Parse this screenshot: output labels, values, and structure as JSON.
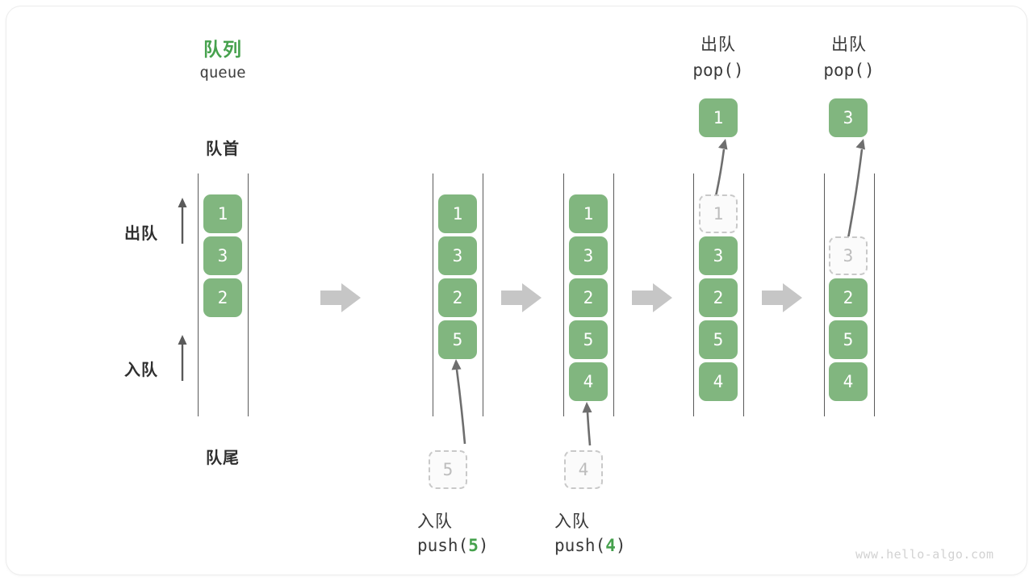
{
  "diagram": {
    "title_cn": "队列",
    "title_en": "queue",
    "front_label": "队首",
    "rear_label": "队尾",
    "dequeue_label": "出队",
    "enqueue_label": "入队",
    "watermark": "www.hello-algo.com",
    "accent_color": "#46a14d",
    "cell_color": "#81b67f",
    "ghost_color": "#c9c9c9",
    "arrow_color": "#c6c6c6"
  },
  "steps": [
    {
      "id": "initial",
      "caption_cn": "",
      "caption_code": "",
      "cells": [
        {
          "value": "1",
          "state": "filled"
        },
        {
          "value": "3",
          "state": "filled"
        },
        {
          "value": "2",
          "state": "filled"
        }
      ]
    },
    {
      "id": "push-5",
      "caption_cn": "入队",
      "caption_code_prefix": "push(",
      "caption_code_arg": "5",
      "caption_code_suffix": ")",
      "incoming_value": "5",
      "cells": [
        {
          "value": "1",
          "state": "filled"
        },
        {
          "value": "3",
          "state": "filled"
        },
        {
          "value": "2",
          "state": "filled"
        },
        {
          "value": "5",
          "state": "filled"
        }
      ]
    },
    {
      "id": "push-4",
      "caption_cn": "入队",
      "caption_code_prefix": "push(",
      "caption_code_arg": "4",
      "caption_code_suffix": ")",
      "incoming_value": "4",
      "cells": [
        {
          "value": "1",
          "state": "filled"
        },
        {
          "value": "3",
          "state": "filled"
        },
        {
          "value": "2",
          "state": "filled"
        },
        {
          "value": "5",
          "state": "filled"
        },
        {
          "value": "4",
          "state": "filled"
        }
      ]
    },
    {
      "id": "pop-1",
      "caption_cn": "出队",
      "caption_code": "pop()",
      "popped_value": "1",
      "cells": [
        {
          "value": "1",
          "state": "ghost"
        },
        {
          "value": "3",
          "state": "filled"
        },
        {
          "value": "2",
          "state": "filled"
        },
        {
          "value": "5",
          "state": "filled"
        },
        {
          "value": "4",
          "state": "filled"
        }
      ]
    },
    {
      "id": "pop-3",
      "caption_cn": "出队",
      "caption_code": "pop()",
      "popped_value": "3",
      "cells": [
        {
          "value": "",
          "state": "empty"
        },
        {
          "value": "3",
          "state": "ghost"
        },
        {
          "value": "2",
          "state": "filled"
        },
        {
          "value": "5",
          "state": "filled"
        },
        {
          "value": "4",
          "state": "filled"
        }
      ]
    }
  ],
  "transitions": [
    {
      "id": "t1",
      "glyph": "arrow-right"
    },
    {
      "id": "t2",
      "glyph": "arrow-right"
    },
    {
      "id": "t3",
      "glyph": "arrow-right"
    },
    {
      "id": "t4",
      "glyph": "arrow-right"
    }
  ]
}
